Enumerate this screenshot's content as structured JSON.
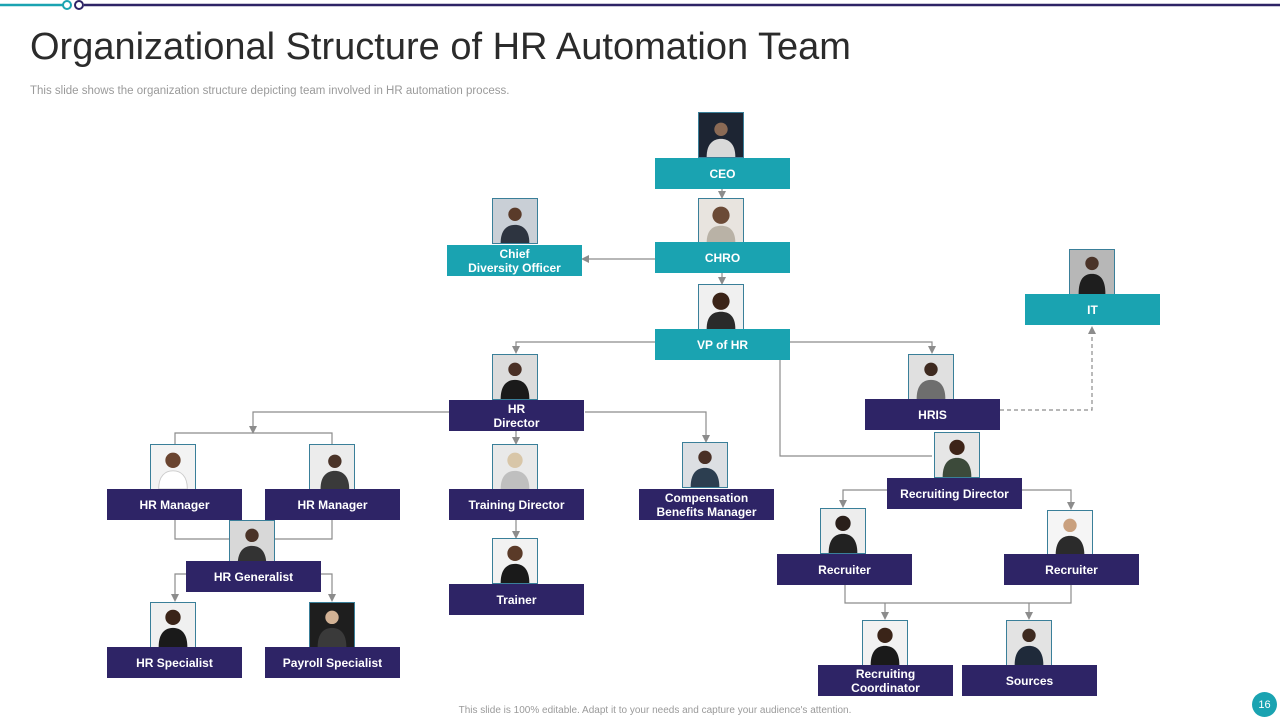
{
  "slide": {
    "title": "Organizational Structure of HR Automation Team",
    "subtitle": "This slide shows the organization structure depicting team involved in HR automation process.",
    "footer": "This slide is 100% editable.  Adapt it to your needs and capture your audience's attention.",
    "page_number": "16"
  },
  "colors": {
    "teal": "#1aa3b1",
    "navy": "#2e2466",
    "connector": "#8c8c8c"
  },
  "nodes": {
    "ceo": "CEO",
    "chro": "CHRO",
    "chief_diversity_officer": "Chief\nDiversity Officer",
    "it": "IT",
    "vp_hr": "VP of HR",
    "hr_director": "HR\nDirector",
    "hris": "HRIS",
    "hr_manager_1": "HR Manager",
    "hr_manager_2": "HR Manager",
    "training_director": "Training Director",
    "compensation_benefits_manager": "Compensation\nBenefits Manager",
    "recruiting_director": "Recruiting Director",
    "hr_generalist": "HR Generalist",
    "trainer": "Trainer",
    "recruiter_1": "Recruiter",
    "recruiter_2": "Recruiter",
    "hr_specialist": "HR Specialist",
    "payroll_specialist": "Payroll Specialist",
    "recruiting_coordinator": "Recruiting\nCoordinator",
    "sources": "Sources"
  }
}
